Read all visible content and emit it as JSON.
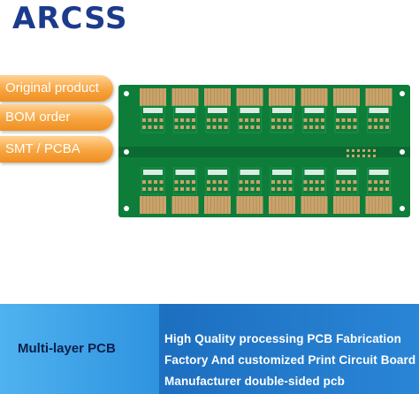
{
  "brand": {
    "logo_text": "ARCSS"
  },
  "tags": [
    "Original product",
    "BOM order",
    "SMT / PCBA"
  ],
  "product": {
    "name": "Multi-layer PCB"
  },
  "description_lines": [
    "High Quality processing PCB Fabrication",
    "Factory And customized Print Circuit Board",
    "Manufacturer double-sided pcb"
  ],
  "colors": {
    "logo": "#1c3b8c",
    "tag_orange": "#f7a440",
    "pcb_green": "#0e7d3a",
    "gold_pads": "#c9a36b",
    "footer_blue": "#1d6fc0"
  },
  "pcb": {
    "modules_per_row": 8,
    "rows": 2
  }
}
